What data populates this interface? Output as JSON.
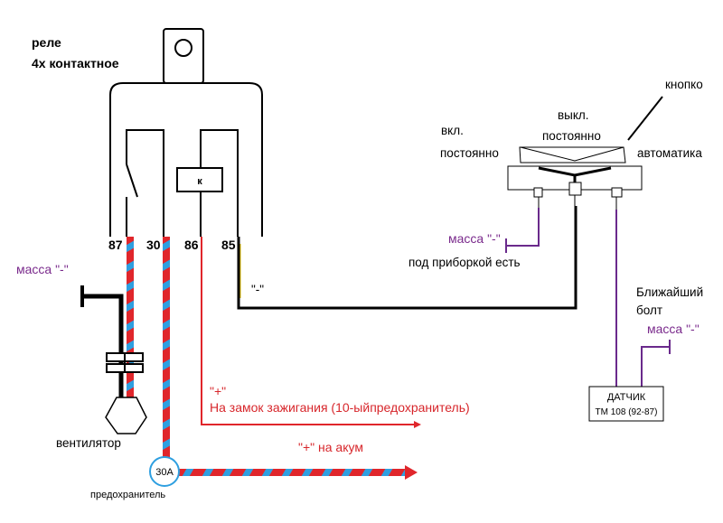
{
  "relay": {
    "title_line1": "реле",
    "title_line2": "4х контактное",
    "coil_label": "к",
    "pins": [
      "87",
      "30",
      "86",
      "85"
    ]
  },
  "labels": {
    "ground_fan": "масса \"-\"",
    "fan": "вентилятор",
    "fuse_value": "30А",
    "fuse": "предохранитель",
    "plus1": "\"+\"",
    "ignition": "На замок зажигания (10-ыйпредохранитель)",
    "plus2": "\"+\" на акум",
    "minus_wire": "\"-\"",
    "ground_dash": "масса \"-\"",
    "under_dash": "под приборкой есть",
    "switch_on": "вкл.",
    "switch_const": "постоянно",
    "switch_off": "выкл.",
    "switch_off_const": "постоянно",
    "button": "кнопко",
    "auto": "автоматика",
    "nearest_bolt_1": "Ближайший",
    "nearest_bolt_2": "болт",
    "ground_sensor": "масса \"-\"",
    "sensor_name": "ДАТЧИК",
    "sensor_model": "ТМ 108 (92-87)"
  },
  "colors": {
    "wire_red": "#e0262b",
    "wire_blue": "#2e9fe0",
    "wire_purple": "#6a2a8c",
    "wire_black": "#000000",
    "text_purple": "#7a2a8c",
    "text_red": "#d7262b"
  }
}
